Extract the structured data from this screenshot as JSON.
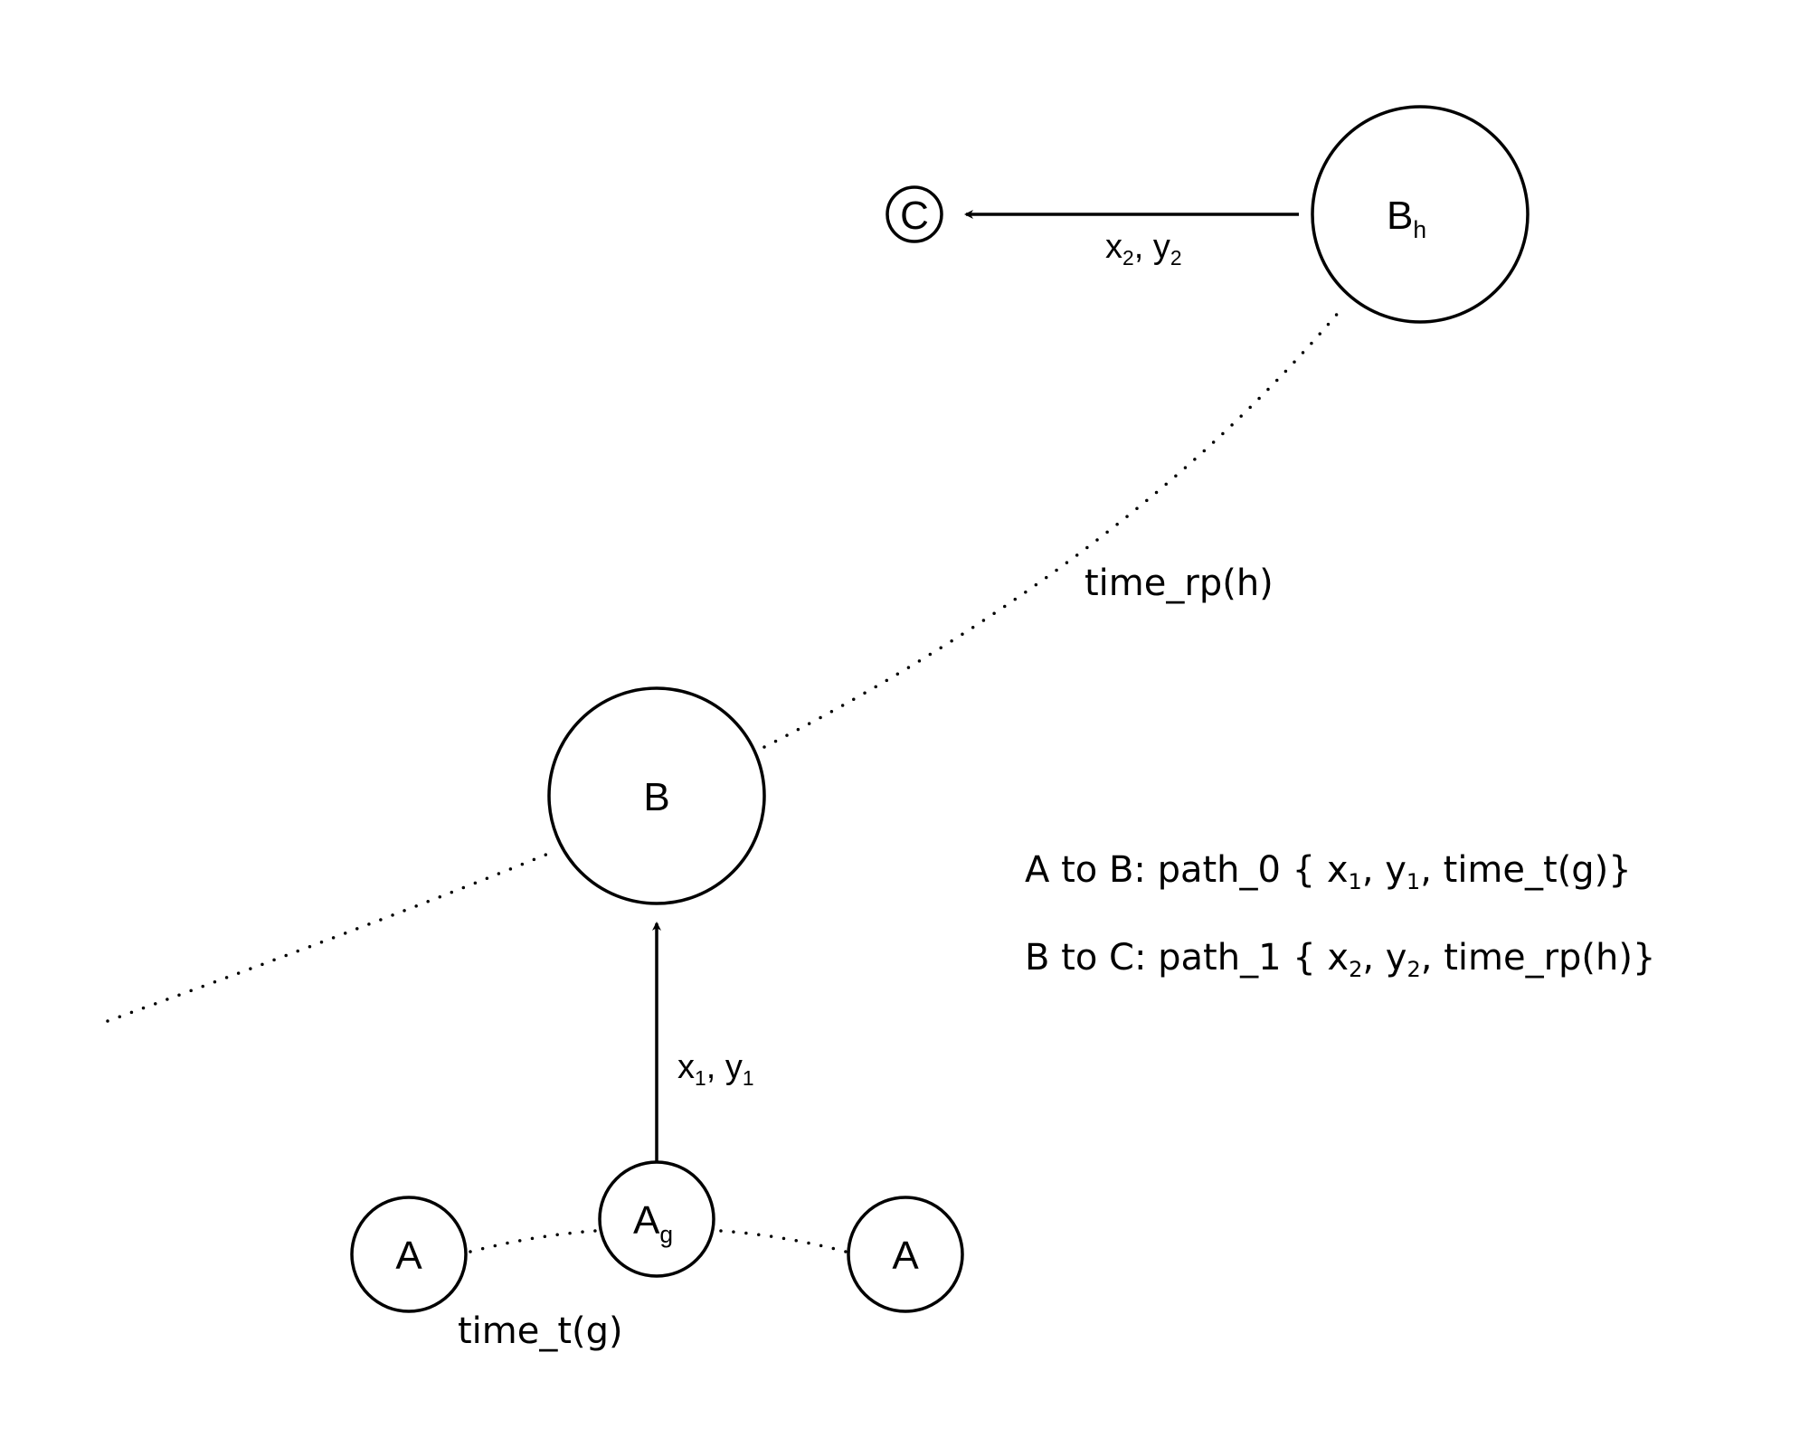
{
  "nodes": {
    "bh": {
      "label": "B",
      "sub": "h"
    },
    "c": {
      "label": "C"
    },
    "b": {
      "label": "B"
    },
    "ag": {
      "label": "A",
      "sub": "g"
    },
    "a_left": {
      "label": "A"
    },
    "a_right": {
      "label": "A"
    }
  },
  "edges": {
    "bh_to_c": {
      "x": "x",
      "x_sub": "2",
      "sep": ", ",
      "y": "y",
      "y_sub": "2"
    },
    "ag_to_b": {
      "x": "x",
      "x_sub": "1",
      "sep": ", ",
      "y": "y",
      "y_sub": "1"
    }
  },
  "curves": {
    "time_rp": "time_rp(h)",
    "time_t": "time_t(g)"
  },
  "legend": [
    {
      "prefix": "A to B: path_0 { x",
      "s1": "1",
      "mid": ", y",
      "s2": "1",
      "suffix": ", time_t(g)}"
    },
    {
      "prefix": "B to C: path_1 { x",
      "s1": "2",
      "mid": ", y",
      "s2": "2",
      "suffix": ", time_rp(h)}"
    }
  ]
}
